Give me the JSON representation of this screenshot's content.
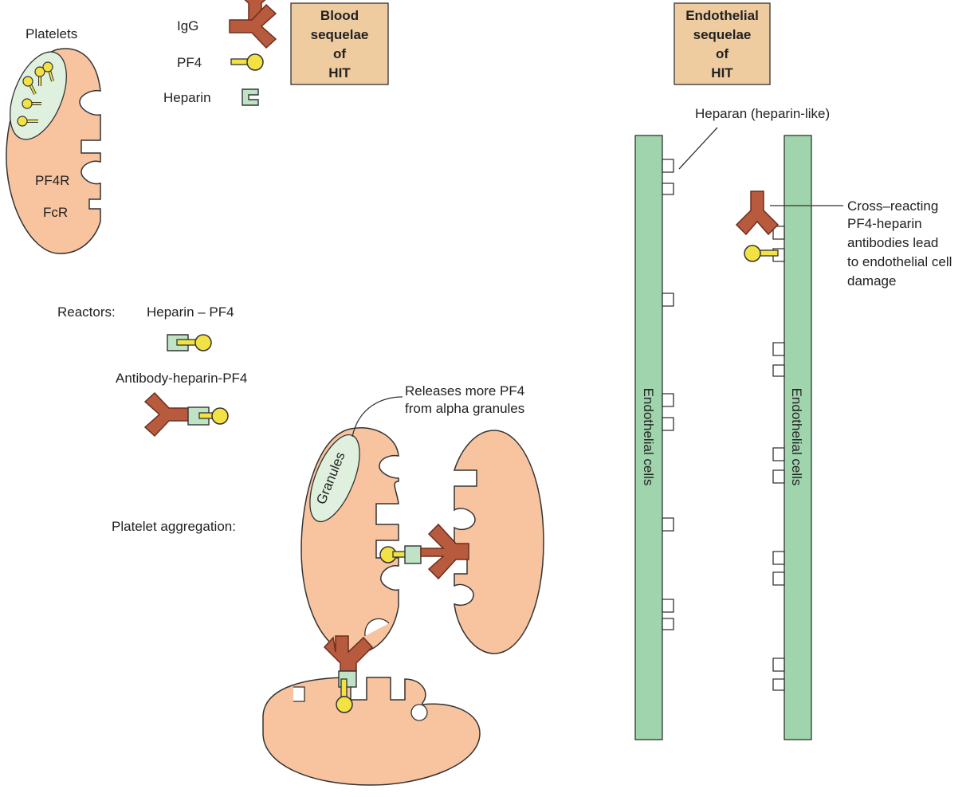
{
  "colors": {
    "platelet": "#f8c49f",
    "platelet_stroke": "#333333",
    "antibody": "#b75a3e",
    "pf4": "#f3e244",
    "heparin": "#bfe3c4",
    "granule": "#dff0df",
    "endothelium": "#9fd4ac",
    "title_box": "#efcba0"
  },
  "legend": {
    "platelets": "Platelets",
    "igg": "IgG",
    "pf4": "PF4",
    "heparin": "Heparin",
    "pf4r": "PF4R",
    "fcr": "FcR"
  },
  "blood_box": {
    "line1": "Blood",
    "line2": "sequelae",
    "line3": "of",
    "line4": "HIT"
  },
  "endothelial_box": {
    "line1": "Endothelial",
    "line2": "sequelae",
    "line3": "of",
    "line4": "HIT"
  },
  "reactors": {
    "label": "Reactors:",
    "heparin_pf4": "Heparin – PF4",
    "antibody_complex": "Antibody-heparin-PF4"
  },
  "aggregation": {
    "label": "Platelet aggregation:",
    "granules": "Granules",
    "release_line1": "Releases more PF4",
    "release_line2": "from alpha granules"
  },
  "endothelium": {
    "heparan": "Heparan (heparin-like)",
    "cells_left": "Endothelial cells",
    "cells_right": "Endothelial cells",
    "cross_line1": "Cross–reacting",
    "cross_line2": "PF4-heparin",
    "cross_line3": "antibodies lead",
    "cross_line4": "to endothelial cell",
    "cross_line5": "damage"
  }
}
